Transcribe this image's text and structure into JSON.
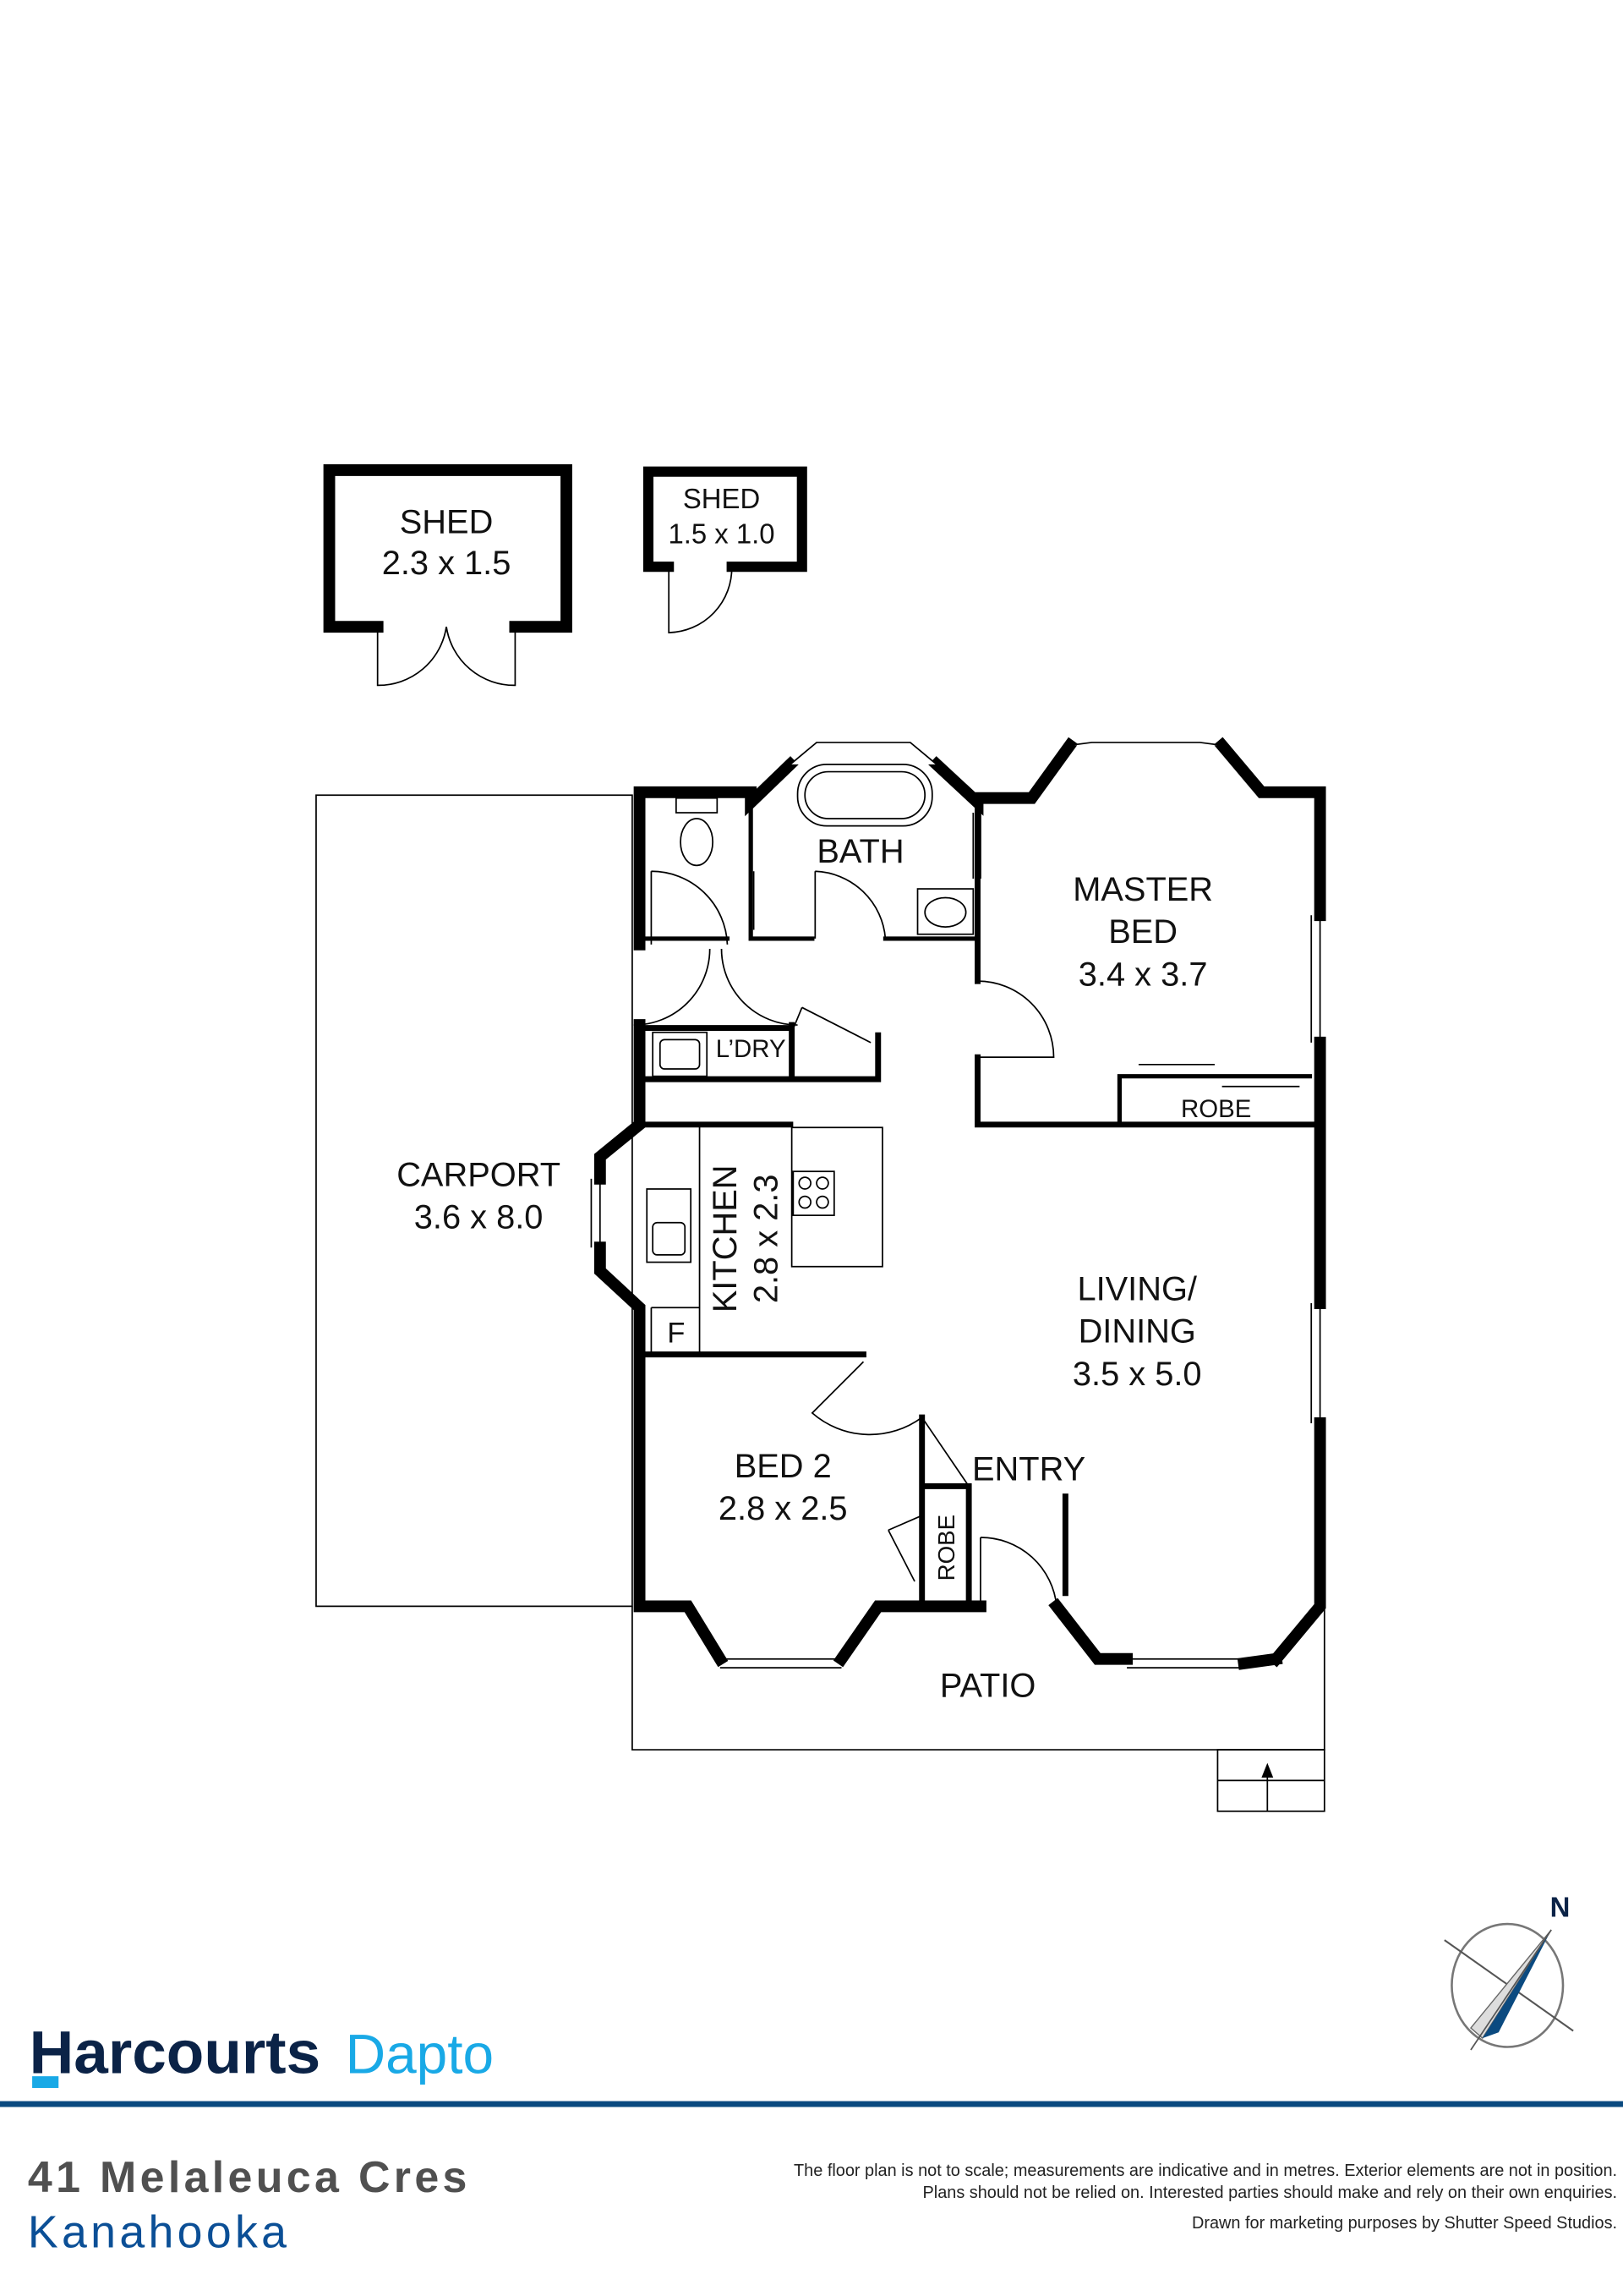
{
  "rooms": {
    "shed1": {
      "name": "SHED",
      "size": "2.3 x 1.5"
    },
    "shed2": {
      "name": "SHED",
      "size": "1.5 x 1.0"
    },
    "bath": {
      "name": "BATH"
    },
    "master": {
      "name1": "MASTER",
      "name2": "BED",
      "size": "3.4 x 3.7"
    },
    "master_robe": {
      "name": "ROBE"
    },
    "laundry": {
      "name": "L’DRY"
    },
    "carport": {
      "name": "CARPORT",
      "size": "3.6 x 8.0"
    },
    "kitchen": {
      "name": "KITCHEN",
      "size": "2.8 x 2.3"
    },
    "fridge": {
      "name": "F"
    },
    "living": {
      "name1": "LIVING/",
      "name2": "DINING",
      "size": "3.5 x 5.0"
    },
    "bed2": {
      "name": "BED 2",
      "size": "2.8 x 2.5"
    },
    "bed2_robe": {
      "name": "ROBE"
    },
    "entry": {
      "name": "ENTRY"
    },
    "patio": {
      "name": "PATIO"
    }
  },
  "compass": {
    "label": "N"
  },
  "brand": {
    "name": "Harcourts",
    "office": "Dapto",
    "navy": "#0b2347",
    "blue": "#19a9e6",
    "rule": "#0b4a80"
  },
  "address": {
    "street": "41 Melaleuca Cres",
    "suburb": "Kanahooka"
  },
  "disclaimer": {
    "line1": "The floor plan is not to scale; measurements are indicative and in metres. Exterior elements are not in position.",
    "line2": "Plans should not be relied on. Interested parties should make and rely on their own enquiries.",
    "line3": "Drawn for marketing purposes by Shutter Speed Studios."
  }
}
